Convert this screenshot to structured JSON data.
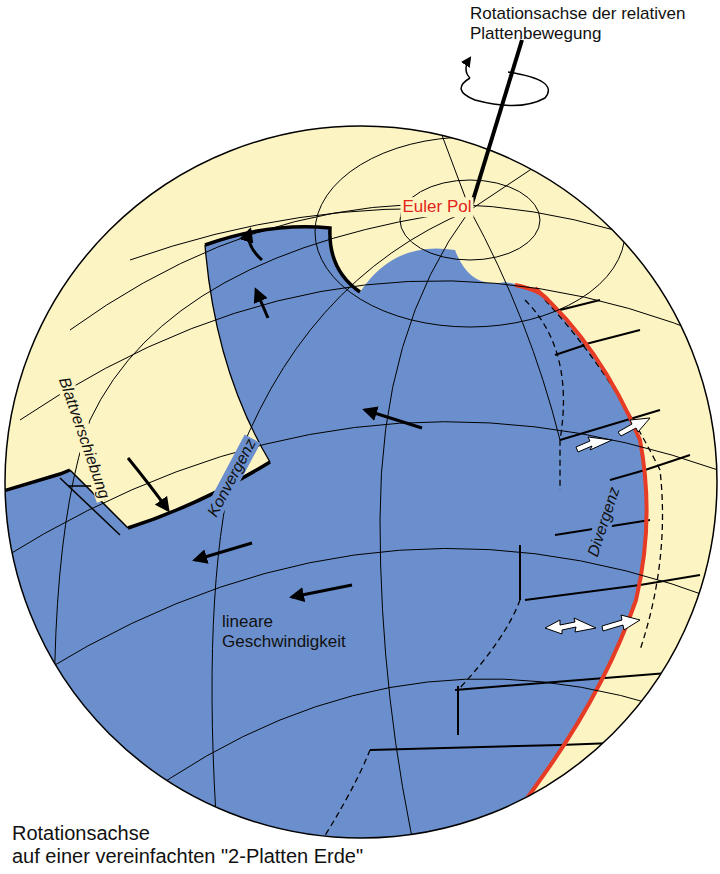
{
  "diagram": {
    "caption": "Rotationsachse auf einer vereinfachten \"2-Platten Erde\"",
    "labels": [
      "Rotationsachse der relativen Plattenbewegung",
      "Euler Pol",
      "Blattverschiebung",
      "Konvergenz",
      "Divergenz",
      "lineare Geschwindigkeit"
    ]
  }
}
